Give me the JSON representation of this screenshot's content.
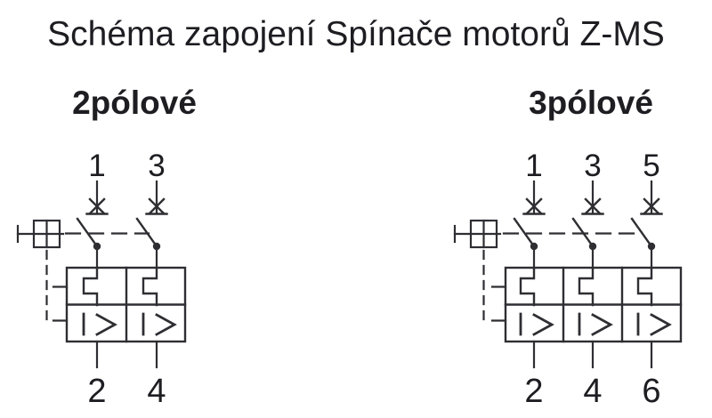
{
  "title": "Schéma zapojení Spínače motorů Z-MS",
  "colors": {
    "background": "#ffffff",
    "line": "#2e2e33",
    "text": "#1d1d22"
  },
  "symbols": {
    "actuator": "rotary-operator-icon",
    "terminal_clamp": "terminal-clamp-icon",
    "contact": "open-contact-blade",
    "thermal_release": "thermal-overload-release-icon",
    "magnetic_release": "instantaneous-overcurrent-release-icon",
    "magnetic_release_glyph": "I >",
    "mechanical_link": "dashed-trip-linkage"
  },
  "diagrams": [
    {
      "label": "2pólové",
      "top_terminals": [
        "1",
        "3"
      ],
      "bottom_terminals": [
        "2",
        "4"
      ]
    },
    {
      "label": "3pólové",
      "top_terminals": [
        "1",
        "3",
        "5"
      ],
      "bottom_terminals": [
        "2",
        "4",
        "6"
      ]
    }
  ]
}
